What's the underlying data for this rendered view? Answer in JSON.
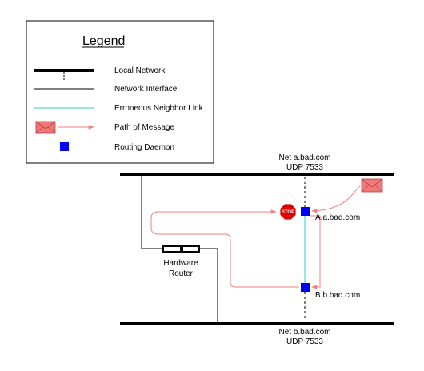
{
  "legend": {
    "title": "Legend",
    "items": [
      {
        "key": "local-network",
        "label": "Local Network"
      },
      {
        "key": "network-interface",
        "label": "Network Interface"
      },
      {
        "key": "erroneous-link",
        "label": "Erroneous Neighbor Link"
      },
      {
        "key": "message-path",
        "label": "Path of Message"
      },
      {
        "key": "routing-daemon",
        "label": "Routing Daemon"
      }
    ]
  },
  "networks": {
    "top": {
      "name": "Net a.bad.com",
      "port": "UDP 7533"
    },
    "bottom": {
      "name": "Net b.bad.com",
      "port": "UDP 7533"
    }
  },
  "daemons": {
    "a": "A.a.bad.com",
    "b": "B.b.bad.com"
  },
  "router": {
    "line1": "Hardware",
    "line2": "Router"
  },
  "stop_sign": "STOP",
  "colors": {
    "daemon": "#0000ff",
    "message_path": "#f28080",
    "erroneous_link": "#33cccc",
    "envelope_fill": "#f07878",
    "stop_sign": "#e00000",
    "network_line": "#000000"
  },
  "icons": {
    "envelope": "envelope-icon",
    "stop": "stop-sign-icon",
    "daemon": "square-icon"
  }
}
